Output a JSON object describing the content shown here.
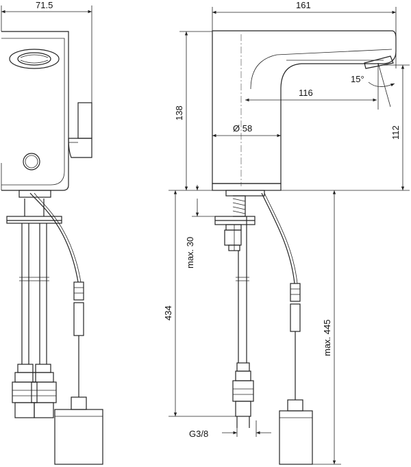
{
  "dimensions": {
    "front_width": "71.5",
    "total_length": "161",
    "reach": "116",
    "spout_angle": "15°",
    "body_height": "138",
    "diameter": "Ø 58",
    "spout_height": "112",
    "max_deck_thickness": "max. 30",
    "hose_length": "434",
    "max_total_length": "max. 445",
    "connection_thread": "G3/8"
  },
  "colors": {
    "line": "#222222",
    "background": "#ffffff"
  }
}
